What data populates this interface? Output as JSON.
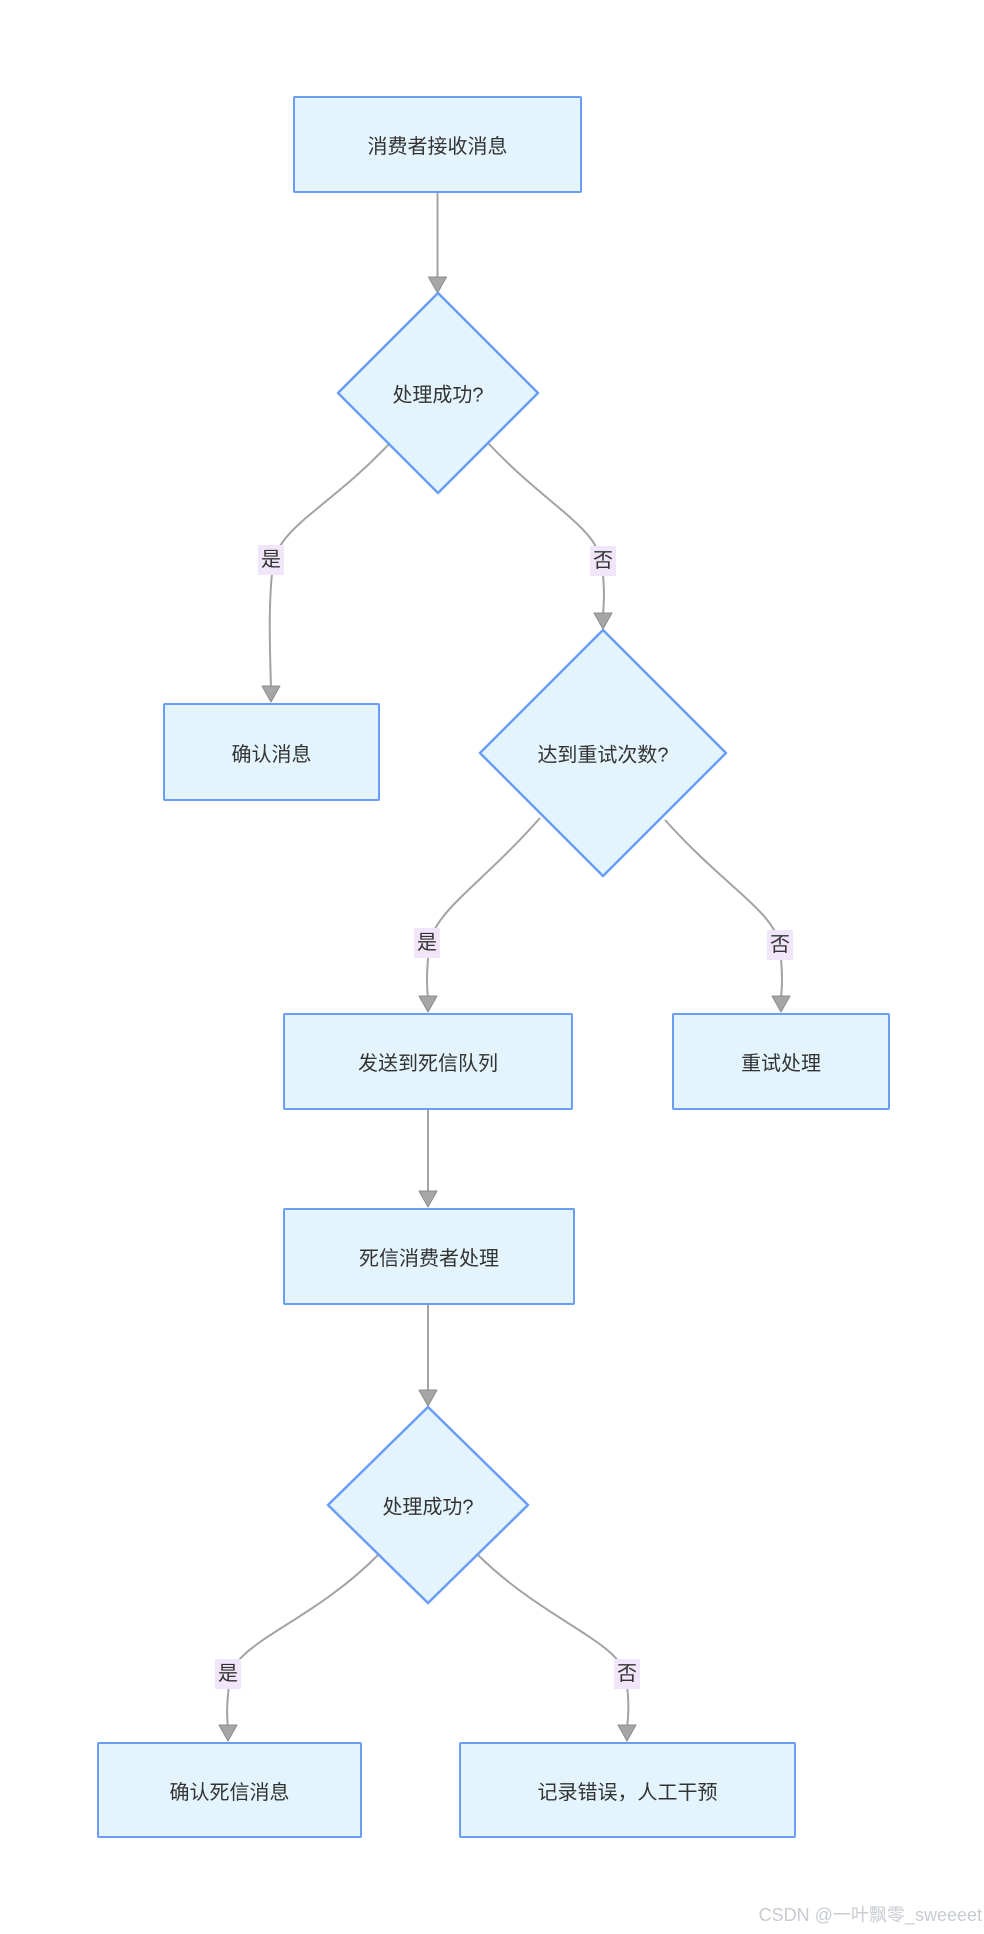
{
  "diagram": {
    "title": "dead-letter-queue-message-processing-flowchart",
    "nodes": {
      "receive": {
        "label": "消费者接收消息"
      },
      "success1": {
        "label": "处理成功?"
      },
      "ack": {
        "label": "确认消息"
      },
      "retry_limit": {
        "label": "达到重试次数?"
      },
      "send_dlq": {
        "label": "发送到死信队列"
      },
      "retry": {
        "label": "重试处理"
      },
      "dlq_consumer": {
        "label": "死信消费者处理"
      },
      "success2": {
        "label": "处理成功?"
      },
      "ack_dlq": {
        "label": "确认死信消息"
      },
      "log_error": {
        "label": "记录错误，人工干预"
      }
    },
    "edge_labels": {
      "yes1": "是",
      "no1": "否",
      "yes2": "是",
      "no2": "否",
      "yes3": "是",
      "no3": "否"
    },
    "colors": {
      "node_fill": "#E3F4FD",
      "node_border": "#6B9DF7",
      "edge": "#A3A3A3",
      "arrow_fill": "#A6A6A6",
      "arrow_stroke": "#8C8C8C",
      "label_bg": "#F1E6F9",
      "text": "#333333",
      "watermark": "#C8CCD1"
    }
  },
  "watermark": {
    "text": "CSDN @一叶飘零_sweeeet"
  }
}
